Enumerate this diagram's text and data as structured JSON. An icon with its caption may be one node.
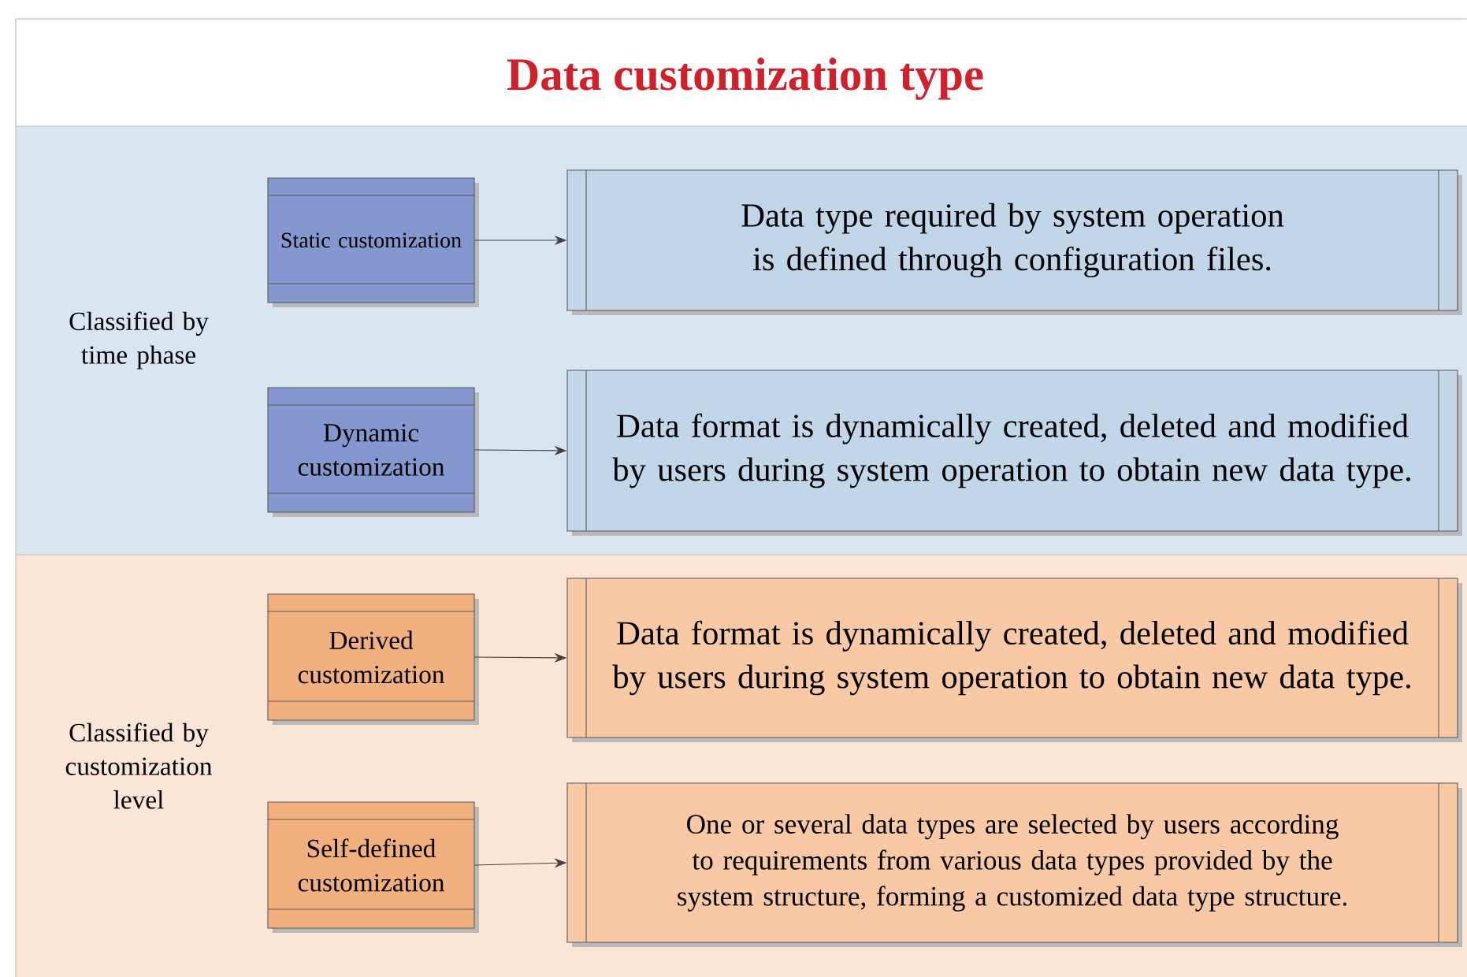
{
  "diagram": {
    "title": "Data customization type",
    "nodes": [
      {
        "text": [
          "Classified by time phase"
        ]
      },
      {
        "text": [
          "Static customization"
        ],
        "in": 0
      },
      {
        "text": [
          "Data type required by system operation is defined through configuration files."
        ],
        "in": 0
      },
      {
        "text": [
          "Dynamic customization"
        ],
        "in": 0
      },
      {
        "text": [
          "Data format is dynamically created, deleted and modified by users during system operation to obtain new data type."
        ],
        "in": 0
      },
      {
        "text": [
          "Classified by customization level"
        ]
      },
      {
        "text": [
          "Derived customization"
        ],
        "in": 5
      },
      {
        "text": [
          "Data format is dynamically created, deleted and modified by users during system operation to obtain new data type."
        ],
        "in": 5
      },
      {
        "text": [
          "Self-defined customization"
        ],
        "in": 5
      },
      {
        "text": [
          "One or several data types are selected by users according to requirements from various data types provided by the system structure, forming a customized data type structure."
        ],
        "in": 5
      }
    ],
    "edges": [
      {
        "from": 1,
        "to": 2,
        "arrow": "to"
      },
      {
        "from": 3,
        "to": 4,
        "arrow": "to"
      },
      {
        "from": 6,
        "to": 7,
        "arrow": "to"
      },
      {
        "from": 8,
        "to": 9,
        "arrow": "to"
      }
    ]
  }
}
